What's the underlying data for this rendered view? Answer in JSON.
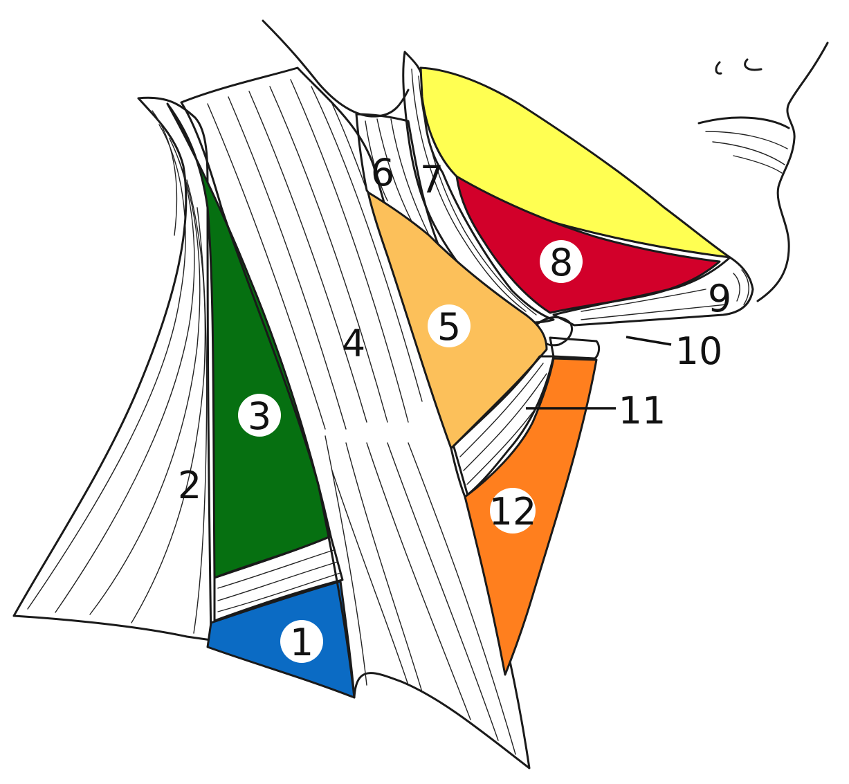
{
  "colors": {
    "region_1": "#0b6bc4",
    "region_3": "#067011",
    "region_5": "#fcc05a",
    "region_8": "#d2002a",
    "region_12": "#ff7f1e",
    "yellow": "#ffff52",
    "muscle_white": "#ffffff",
    "outline": "#1a1a1a"
  },
  "labels": {
    "n1": "1",
    "n2": "2",
    "n3": "3",
    "n4": "4",
    "n5": "5",
    "n6": "6",
    "n7": "7",
    "n8": "8",
    "n9": "9",
    "n10": "10",
    "n11": "11",
    "n12": "12"
  }
}
